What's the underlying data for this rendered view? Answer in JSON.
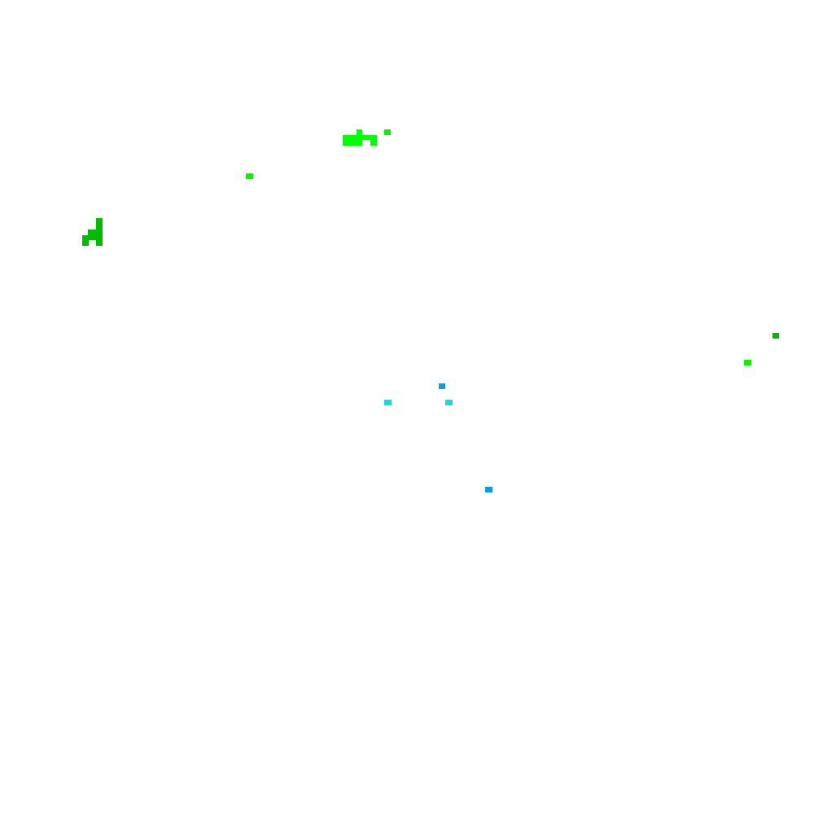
{
  "canvas": {
    "background": "#ffffff"
  },
  "palette": {
    "bright_green": "#00ff00",
    "mid_green": "#11ee00",
    "dark_green": "#00bb00",
    "cyan": "#11dddd",
    "blue": "#1199dd"
  },
  "clusters": [
    {
      "name": "bright-green-cluster",
      "color_key": "bright_green"
    },
    {
      "name": "green-dot",
      "color_key": "mid_green"
    },
    {
      "name": "dark-green-cluster",
      "color_key": "dark_green"
    },
    {
      "name": "right-green-dots",
      "color_key": "dark_green"
    },
    {
      "name": "cyan-dots",
      "color_key": "cyan"
    },
    {
      "name": "blue-dots",
      "color_key": "blue"
    }
  ]
}
